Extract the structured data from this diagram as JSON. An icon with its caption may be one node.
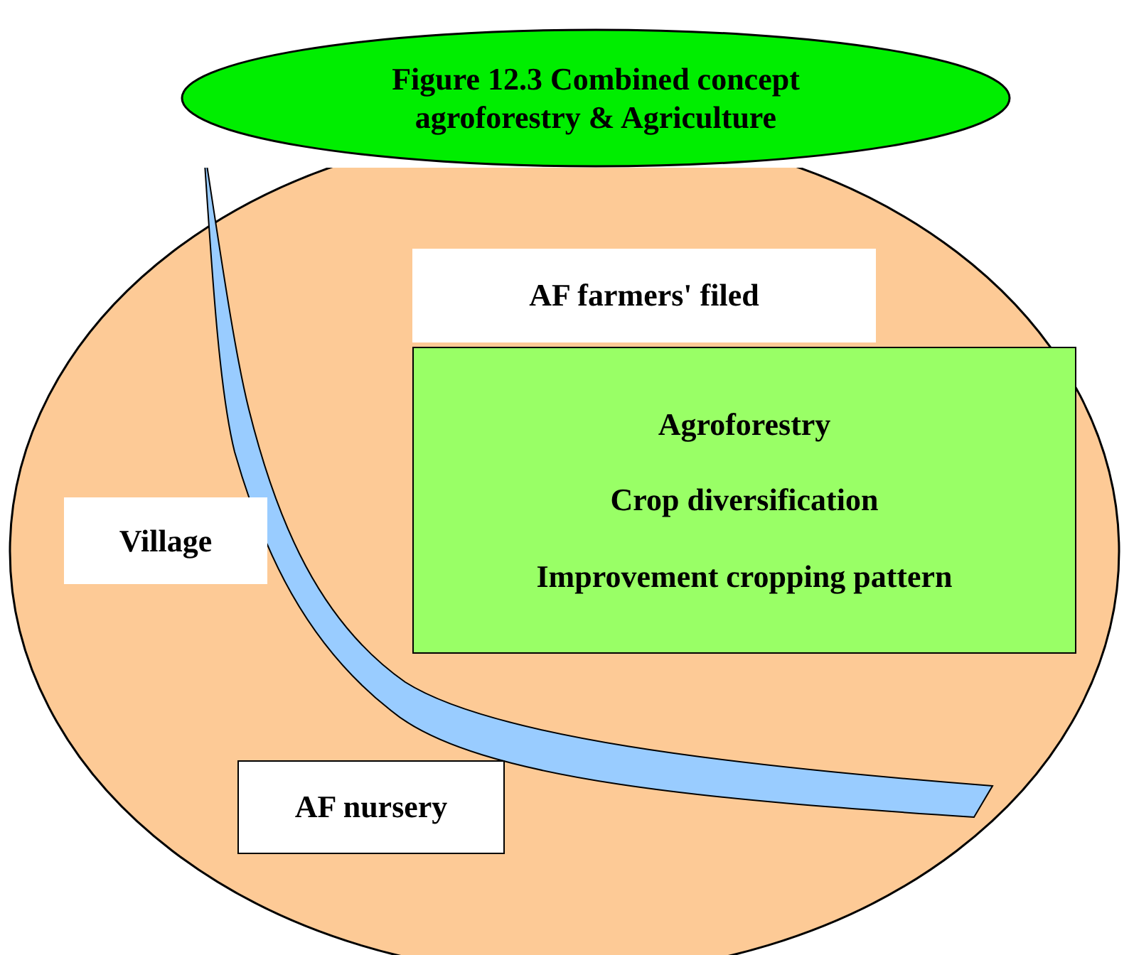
{
  "diagram": {
    "nodes": [
      {
        "text": [
          "Figure 12.3 Combined concept agroforestry & Agriculture"
        ]
      },
      {
        "text": [],
        "shape": "circle"
      },
      {
        "text": [
          "AF farmers' filed"
        ],
        "in": 1
      },
      {
        "text": [
          "Agroforestry",
          "Crop diversification",
          "Improvement cropping pattern"
        ],
        "in": 1
      },
      {
        "text": [
          "Village"
        ],
        "in": 1
      },
      {
        "text": [
          "AF nursery"
        ],
        "in": 1
      }
    ],
    "edges": []
  }
}
